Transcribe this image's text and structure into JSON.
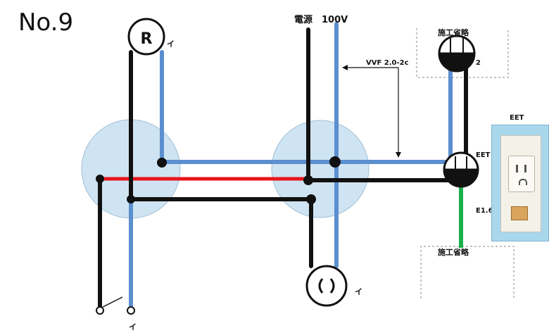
{
  "title": "No.9",
  "power_label": "電源",
  "voltage_label": "100V",
  "cable_label": "VVF 2.0-2c",
  "omit_label_top": "施工省略",
  "omit_label_bottom": "施工省略",
  "lamp_r_symbol": "R",
  "lamp_r_letter": "イ",
  "lamp_top_number": "2",
  "eet_label": "EET",
  "eet_photo_label": "EET",
  "ground_label": "E1.6",
  "outlet_letter": "イ",
  "switch_letter": "イ",
  "colors": {
    "black_wire": "#111111",
    "white_wire": "#5b8fcf",
    "red_wire": "#e8161b",
    "green_wire": "#19b04a",
    "junction_box": "#cfe4f2"
  }
}
